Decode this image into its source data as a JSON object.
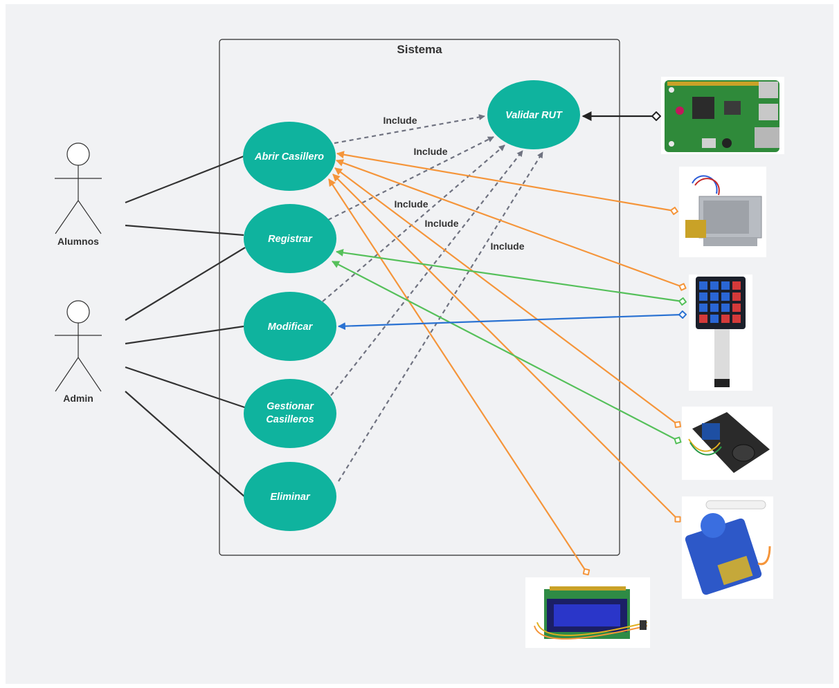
{
  "system": {
    "title": "Sistema"
  },
  "actors": {
    "alumnos": "Alumnos",
    "admin": "Admin"
  },
  "use_cases": {
    "abrir": "Abrir Casillero",
    "registrar": "Registrar",
    "modificar": "Modificar",
    "gestionar_1": "Gestionar",
    "gestionar_2": "Casilleros",
    "eliminar": "Eliminar",
    "validar": "Validar RUT"
  },
  "include_labels": [
    "Include",
    "Include",
    "Include",
    "Include",
    "Include"
  ],
  "colors": {
    "use_case": "#0fb39e",
    "include": "#6f7280",
    "orange": "#f5953a",
    "green": "#55c05a",
    "blue": "#2a72d2"
  },
  "hardware_icons": [
    "raspberry-pi-board-icon",
    "solenoid-lock-icon",
    "keypad-icon",
    "fingerprint-sensor-icon",
    "servo-motor-icon",
    "lcd-display-icon"
  ]
}
